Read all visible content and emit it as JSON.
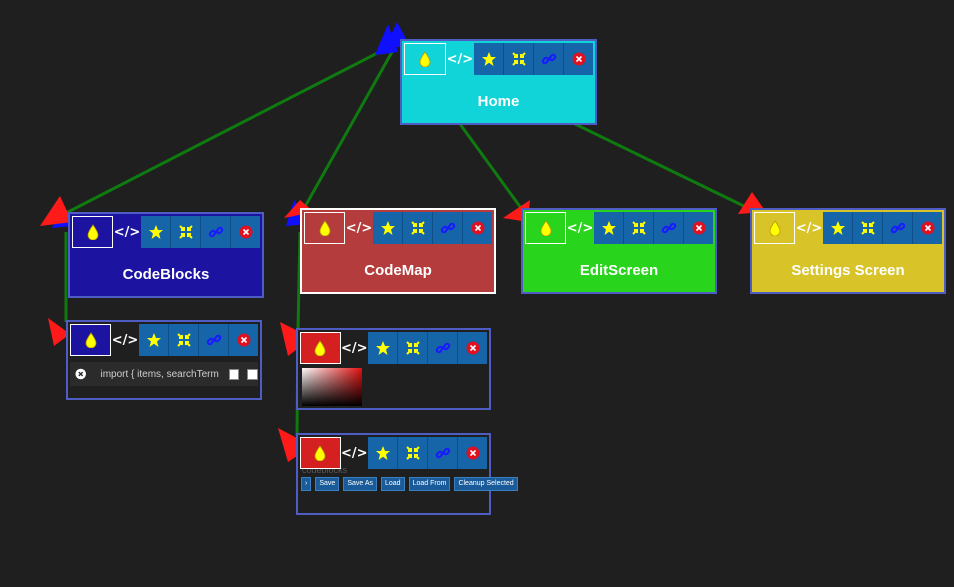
{
  "canvas": {
    "background": "#1f1f1f",
    "edge_color": "#0f7a0f",
    "target_arrow_color": "#ff1a1a",
    "root_arrow_color": "#1010ff"
  },
  "toolbar": {
    "code_label": "</>",
    "icons": [
      "color-drop-icon",
      "code-icon",
      "star-icon",
      "collapse-icon",
      "link-icon",
      "delete-icon"
    ]
  },
  "nodes": {
    "home": {
      "title": "Home",
      "color": "#11d4d8"
    },
    "codeblocks": {
      "title": "CodeBlocks",
      "color": "#1c14a0"
    },
    "codemap": {
      "title": "CodeMap",
      "color": "#b43c3c"
    },
    "editscreen": {
      "title": "EditScreen",
      "color": "#28d41c"
    },
    "settings": {
      "title": "Settings Screen",
      "color": "#d8c428"
    },
    "codeblocks_detail": {
      "search_text": "import { items, searchTerm",
      "color": "#1c14a0"
    },
    "codemap_color": {
      "color": "#d42020"
    },
    "codemap_actions": {
      "color": "#d42020",
      "ghost_text": "codeblocks",
      "buttons": [
        "Save",
        "Save As",
        "Load",
        "Load From",
        "Cleanup Selected"
      ]
    }
  }
}
